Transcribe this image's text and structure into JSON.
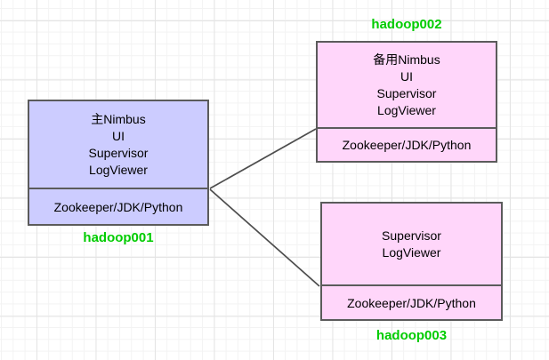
{
  "canvas": {
    "background": "#ffffff",
    "grid_minor_color": "#f3f3f3",
    "grid_major_color": "#e4e4e4"
  },
  "colors": {
    "nimbus_node_fill": "#ccccff",
    "worker_node_fill": "#ffd6fa",
    "node_border": "#5b5b5b",
    "edge": "#4d4d4d",
    "host_label": "#00cc00",
    "text": "#000000"
  },
  "nodes": [
    {
      "id": "hadoop001",
      "label": "hadoop001",
      "label_position": "below",
      "fill": "#ccccff",
      "label_color": "#00cc00",
      "services": [
        "主Nimbus",
        "UI",
        "Supervisor",
        "LogViewer"
      ],
      "base": "Zookeeper/JDK/Python"
    },
    {
      "id": "hadoop002",
      "label": "hadoop002",
      "label_position": "above",
      "fill": "#ffd6fa",
      "label_color": "#00cc00",
      "services": [
        "备用Nimbus",
        "UI",
        "Supervisor",
        "LogViewer"
      ],
      "base": "Zookeeper/JDK/Python"
    },
    {
      "id": "hadoop003",
      "label": "hadoop003",
      "label_position": "below",
      "fill": "#ffd6fa",
      "label_color": "#00cc00",
      "services": [
        "Supervisor",
        "LogViewer"
      ],
      "base": "Zookeeper/JDK/Python"
    }
  ],
  "edges": [
    {
      "from": "hadoop001",
      "to": "hadoop002"
    },
    {
      "from": "hadoop001",
      "to": "hadoop003"
    }
  ]
}
